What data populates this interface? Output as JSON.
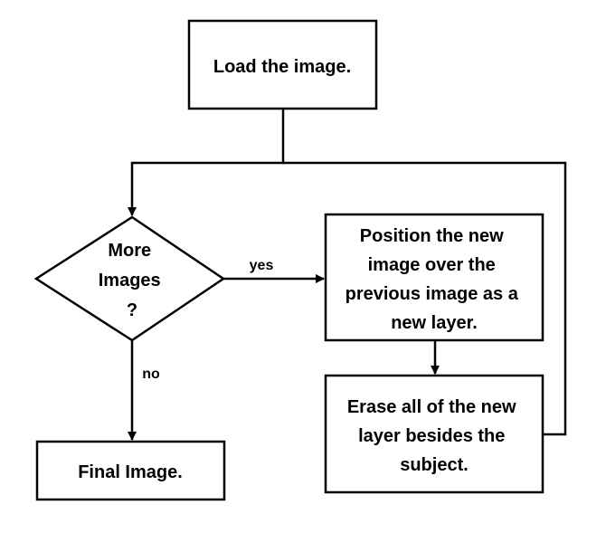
{
  "diagram": {
    "nodes": {
      "load": {
        "lines": [
          "Load the image."
        ]
      },
      "decision": {
        "lines": [
          "More",
          "Images",
          "?"
        ]
      },
      "position": {
        "lines": [
          "Position the new",
          "image over the",
          "previous image as a",
          "new layer."
        ]
      },
      "erase": {
        "lines": [
          "Erase all of the new",
          "layer besides the",
          "subject."
        ]
      },
      "final": {
        "lines": [
          "Final Image."
        ]
      }
    },
    "edges": {
      "yes_label": "yes",
      "no_label": "no"
    },
    "colors": {
      "stroke": "#000000",
      "fill": "#ffffff",
      "text": "#000000"
    }
  }
}
